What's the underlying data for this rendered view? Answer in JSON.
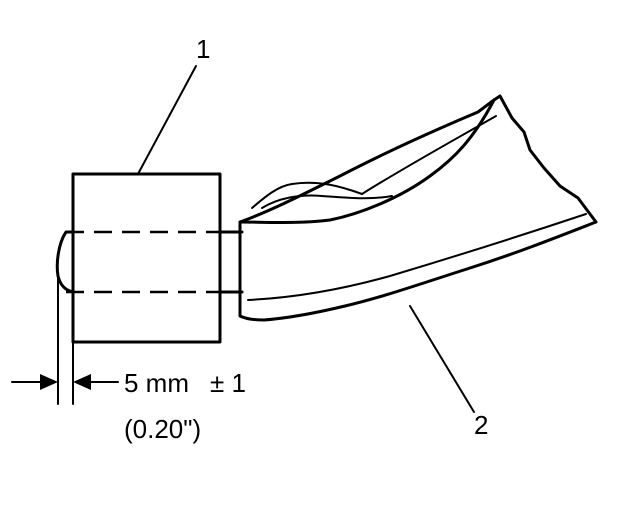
{
  "callouts": {
    "part1": "1",
    "part2": "2"
  },
  "dimension": {
    "value": "5 mm",
    "tolerance": "± 1",
    "imperial": "(0.20\")"
  }
}
